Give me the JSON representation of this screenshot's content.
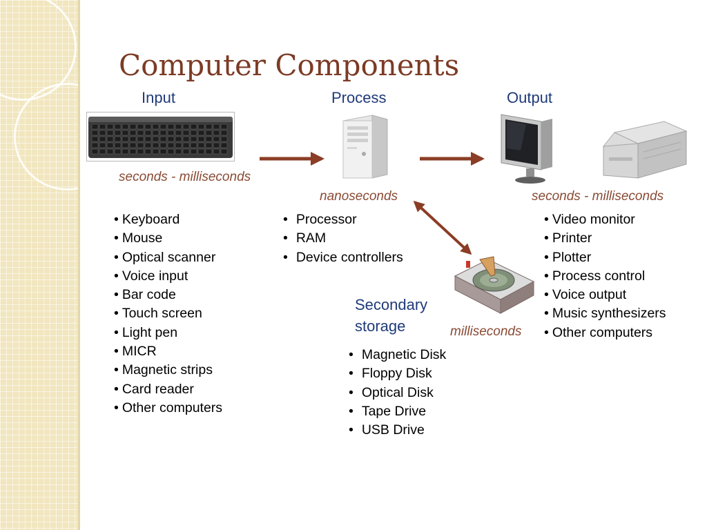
{
  "title": "Computer Components",
  "headers": {
    "input": "Input",
    "process": "Process",
    "output": "Output",
    "secondary_line1": "Secondary",
    "secondary_line2": "storage"
  },
  "timings": {
    "input": "seconds - milliseconds",
    "process": "nanoseconds",
    "output": "seconds - milliseconds",
    "storage": "milliseconds"
  },
  "input_items": [
    "Keyboard",
    "Mouse",
    "Optical scanner",
    "Voice input",
    "Bar code",
    "Touch screen",
    "Light pen",
    "MICR",
    "Magnetic strips",
    "Card reader",
    "Other computers"
  ],
  "process_items": [
    "Processor",
    "RAM",
    "Device controllers"
  ],
  "output_items": [
    "Video monitor",
    "Printer",
    "Plotter",
    "Process control",
    "Voice output",
    "Music synthesizers",
    "Other computers"
  ],
  "storage_items": [
    "Magnetic Disk",
    "Floppy Disk",
    "Optical Disk",
    "Tape Drive",
    "USB Drive"
  ],
  "icons": {
    "input": "keyboard-icon",
    "process": "tower-pc-icon",
    "output_monitor": "monitor-icon",
    "output_printer": "printer-icon",
    "storage": "hard-disk-icon"
  },
  "colors": {
    "title": "#7c3b25",
    "header": "#1f3a78",
    "timing": "#8a4a34",
    "arrow": "#8b3d25",
    "sidebar": "#f1e6bf"
  }
}
